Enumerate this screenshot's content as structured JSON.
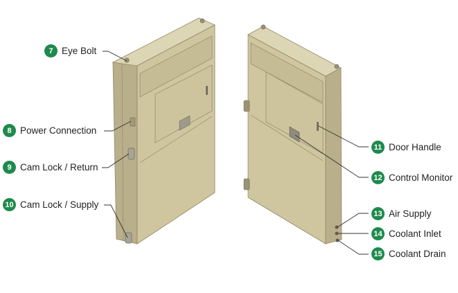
{
  "accent_color": "#1e8a4c",
  "cabinet_colors": {
    "face": "#cfc69f",
    "side": "#b9af8a",
    "top": "#ddd6b4",
    "edge": "#8f8766",
    "dark": "#a39a76"
  },
  "callouts": [
    {
      "number": "7",
      "text": "Eye Bolt"
    },
    {
      "number": "8",
      "text": "Power Connection"
    },
    {
      "number": "9",
      "text": "Cam Lock / Return"
    },
    {
      "number": "10",
      "text": "Cam Lock / Supply"
    },
    {
      "number": "11",
      "text": "Door Handle"
    },
    {
      "number": "12",
      "text": "Control Monitor"
    },
    {
      "number": "13",
      "text": "Air Supply"
    },
    {
      "number": "14",
      "text": "Coolant Inlet"
    },
    {
      "number": "15",
      "text": "Coolant Drain"
    }
  ]
}
